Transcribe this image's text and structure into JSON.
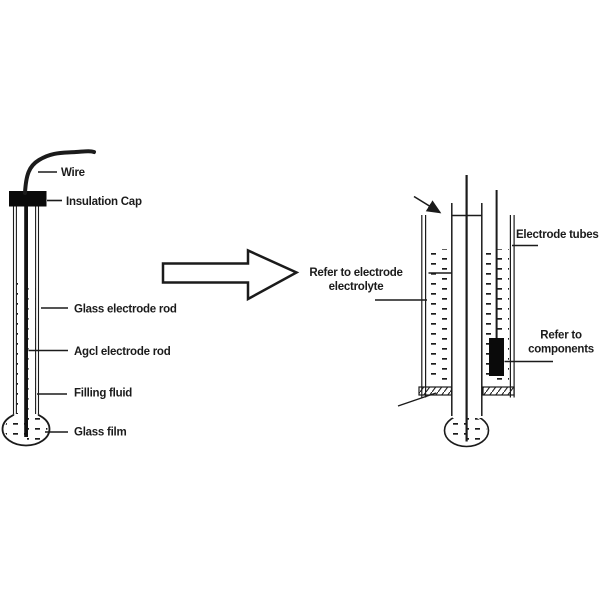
{
  "figure": {
    "type": "electrode-diagram",
    "colors": {
      "ink": "#1b1b1b",
      "background": "#ffffff"
    },
    "left_electrode": {
      "labels": {
        "wire": "Wire",
        "insulation_cap": "Insulation Cap",
        "glass_electrode_rod": "Glass electrode rod",
        "agcl_electrode_rod": "Agcl electrode rod",
        "filling_fluid": "Filling fluid",
        "glass_film": "Glass film"
      }
    },
    "right_electrode": {
      "labels": {
        "electrode_tubes": "Electrode tubes",
        "electrolyte_line1": "Refer to electrode",
        "electrolyte_line2": "electrolyte",
        "components_line1": "Refer to",
        "components_line2": "components"
      }
    }
  }
}
